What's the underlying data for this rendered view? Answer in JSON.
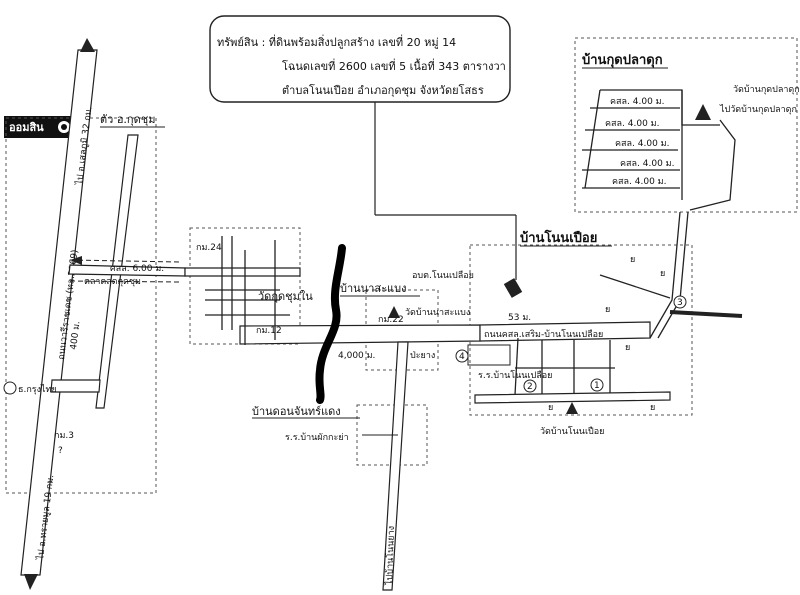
{
  "info_box": {
    "line1": "ทรัพย์สิน :   ที่ดินพร้อมสิ่งปลูกสร้าง เลขที่ 20 หมู่ 14",
    "line2": "โฉนดเลขที่ 2600 เลขที่ 5 เนื้อที่ 343 ตารางวา",
    "line3": "ตำบลโนนเปือย  อำเภอกุดชุม จังหวัดยโสธร"
  },
  "bank_badge": "ออมสิน",
  "bank_badge_icon": "bank-logo-icon",
  "places": {
    "town": "ตัว อ.กุดชุม",
    "ban_kut_pla_duk": "บ้านกุดปลาดุก",
    "wat_kut_pla_duk": "วัดบ้านกุดปลาดุก",
    "ban_non_pueai": "บ้านโนนเปือย",
    "ban_na_sabaeng": "บ้านนาสะแบง",
    "obt_non_pueai": "อบต.โนนเปลือย",
    "wat_na_sabaeng": "วัดบ้านนาสะแบง",
    "pa_yang": "ป่ะยาง",
    "school_non_pueai": "ร.ร.บ้านโนนเปลือย",
    "wat_non_pueai": "วัดบ้านโนนเปือย",
    "ban_don_chan_daeng": "บ้านดอนจันทร์แดง",
    "school_phak_krayang": "ร.ร.บ้านผักกะย่า",
    "wat_kut_chum_nai": "วัดกุดชุมใน",
    "market": "ตลาดสดกุดชุม",
    "bank_krungthai": "ธ.กรุงไทย"
  },
  "roads": {
    "main_road": "ถนนวารีราชเดช (ทล.2169)",
    "to_sela_phum": "ไป อ.เสลภูมิ 32 กม.",
    "to_sai_mun": "ไป อ.ทรายมูล 19 กม.",
    "to_non_yang": "ไปบ้านโนนยาง",
    "kor_6": "ศสล. 6.00 ม.",
    "kor_12": "กม.12",
    "kor_24": "กม.24",
    "kor_22": "กม.22",
    "kor_3": "กม.3",
    "road_4m_1": "คสล. 4.00 ม.",
    "road_4m_2": "คสล. 4.00 ม.",
    "road_4m_3": "คสล. 4.00 ม.",
    "road_4m_4": "คสล. 4.00 ม.",
    "road_4m_5": "คสล. 4.00 ม.",
    "village_road": "ถนนคสล.เสริม-บ้านโนนเปลือย",
    "to_wat": "ไปวัดบ้านกุดปลาดุก"
  },
  "distances": {
    "d400": "400 ม.",
    "d4000": "4,000 ม.",
    "d53": "53 ม."
  },
  "markers": [
    "1",
    "2",
    "3",
    "4"
  ],
  "misc": {
    "q": "?",
    "mark_y": "ย"
  }
}
